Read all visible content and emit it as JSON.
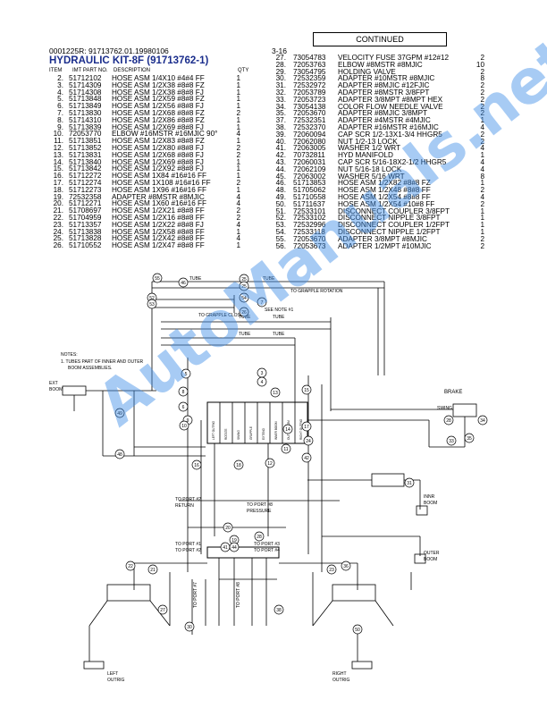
{
  "banner": "CONTINUED",
  "doc_id": "0001225R: 91713762.01.19980106",
  "page": "3-16",
  "title": "HYDRAULIC KIT-8F (91713762-1)",
  "headers": {
    "item": "ITEM",
    "part": "IMT PART NO.",
    "desc": "DESCRIPTION",
    "qty": "QTY"
  },
  "parts_left": [
    {
      "item": "2.",
      "part": "51712102",
      "desc": "HOSE ASM 1/4X10 #4#4 FF",
      "qty": "1"
    },
    {
      "item": "3.",
      "part": "51714309",
      "desc": "HOSE ASM 1/2X38 #8#8 FZ",
      "qty": "1"
    },
    {
      "item": "4.",
      "part": "51714308",
      "desc": "HOSE ASM 1/2X38 #8#8 FJ",
      "qty": "1"
    },
    {
      "item": "5.",
      "part": "51713848",
      "desc": "HOSE ASM 1/2X59 #8#8 FZ",
      "qty": "1"
    },
    {
      "item": "6.",
      "part": "51713849",
      "desc": "HOSE ASM 1/2X56 #8#8 FJ",
      "qty": "1"
    },
    {
      "item": "7.",
      "part": "51713830",
      "desc": "HOSE ASM 1/2X68 #8#8 FZ",
      "qty": "2"
    },
    {
      "item": "8.",
      "part": "51714310",
      "desc": "HOSE ASM 1/2X86 #8#8 FZ",
      "qty": "1"
    },
    {
      "item": "9.",
      "part": "51713839",
      "desc": "HOSE ASM 1/2X69 #8#8 FJ",
      "qty": "1"
    },
    {
      "item": "10.",
      "part": "72053770",
      "desc": "ELBOW #16MSTR #16MJIC 90°",
      "qty": "4"
    },
    {
      "item": "11.",
      "part": "51713851",
      "desc": "HOSE ASM 1/2X83 #8#8 FZ",
      "qty": "1"
    },
    {
      "item": "12.",
      "part": "51713852",
      "desc": "HOSE ASM 1/2X80 #8#8 FJ",
      "qty": "2"
    },
    {
      "item": "13.",
      "part": "51713831",
      "desc": "HOSE ASM 1/2X68 #8#8 FJ",
      "qty": "2"
    },
    {
      "item": "14.",
      "part": "51713840",
      "desc": "HOSE ASM 1/2X69 #8#8 FJ",
      "qty": "1"
    },
    {
      "item": "15.",
      "part": "51713842",
      "desc": "HOSE ASM 1/2X92 #8#8 FJ",
      "qty": "1"
    },
    {
      "item": "16.",
      "part": "51712272",
      "desc": "HOSE ASM 1X84 #16#16 FF",
      "qty": "1"
    },
    {
      "item": "17.",
      "part": "51712274",
      "desc": "HOSE ASM 1X108 #16#16 FF",
      "qty": "2"
    },
    {
      "item": "18.",
      "part": "51712273",
      "desc": "HOSE ASM 1X96 #16#16 FF",
      "qty": "1"
    },
    {
      "item": "19.",
      "part": "72532358",
      "desc": "ADAPTER #8MSTR #8MJIC",
      "qty": "4"
    },
    {
      "item": "20.",
      "part": "51712271",
      "desc": "HOSE ASM 1X60 #16#16 FF",
      "qty": "4"
    },
    {
      "item": "21.",
      "part": "51708697",
      "desc": "HOSE ASM 1/2X21 #8#8 FF",
      "qty": "2"
    },
    {
      "item": "22.",
      "part": "51704959",
      "desc": "HOSE ASM 1/2X16 #8#8 FF",
      "qty": "2"
    },
    {
      "item": "23.",
      "part": "51713357",
      "desc": "HOSE ASM 1/2X22 #8#8 FJ",
      "qty": "4"
    },
    {
      "item": "24.",
      "part": "51713838",
      "desc": "HOSE ASM 1/2X58 #8#8 FF",
      "qty": "1"
    },
    {
      "item": "25.",
      "part": "51713828",
      "desc": "HOSE ASM 1/2X42 #8#8 FF",
      "qty": "4"
    },
    {
      "item": "26.",
      "part": "51710552",
      "desc": "HOSE ASM 1/2X47 #8#8 FF",
      "qty": "1"
    }
  ],
  "parts_right": [
    {
      "item": "27.",
      "part": "73054783",
      "desc": "VELOCITY FUSE 37GPM #12#12",
      "qty": "2"
    },
    {
      "item": "28.",
      "part": "72053763",
      "desc": "ELBOW #8MSTR #8MJIC",
      "qty": "10"
    },
    {
      "item": "29.",
      "part": "73054795",
      "desc": "HOLDING VALVE",
      "qty": "2"
    },
    {
      "item": "30.",
      "part": "72532359",
      "desc": "ADAPTER #10MSTR #8MJIC",
      "qty": "8"
    },
    {
      "item": "31.",
      "part": "72532972",
      "desc": "ADAPTER #8MJIC #12FJIC",
      "qty": "2"
    },
    {
      "item": "32.",
      "part": "72053789",
      "desc": "ADAPTER #8MSTR 3/8FPT",
      "qty": "2"
    },
    {
      "item": "33.",
      "part": "72053723",
      "desc": "ADAPTER 3/8MPT #8MPT HEX",
      "qty": "2"
    },
    {
      "item": "34.",
      "part": "73054138",
      "desc": "COLOR FLOW NEEDLE VALVE",
      "qty": "2"
    },
    {
      "item": "35.",
      "part": "72053670",
      "desc": "ADAPTER #8MJIC 3/8MPT",
      "qty": "2"
    },
    {
      "item": "37.",
      "part": "72532351",
      "desc": "ADAPTER #4MSTR #4MJIC",
      "qty": "1"
    },
    {
      "item": "38.",
      "part": "72532370",
      "desc": "ADAPTER #16MSTR #16MJIC",
      "qty": "4"
    },
    {
      "item": "39.",
      "part": "72060094",
      "desc": "CAP SCR 1/2-13X1-3/4 HHGR5",
      "qty": "2"
    },
    {
      "item": "40.",
      "part": "72062080",
      "desc": "NUT 1/2-13 LOCK",
      "qty": "2"
    },
    {
      "item": "41.",
      "part": "72063005",
      "desc": "WASHER 1/2 WRT",
      "qty": "4"
    },
    {
      "item": "42.",
      "part": "70732811",
      "desc": "HYD MANIFOLD",
      "qty": "1"
    },
    {
      "item": "43.",
      "part": "72060031",
      "desc": "CAP SCR 5/16-18X2-1/2 HHGR5",
      "qty": "4"
    },
    {
      "item": "44.",
      "part": "72062109",
      "desc": "NUT 5/16-18 LOCK",
      "qty": "4"
    },
    {
      "item": "45.",
      "part": "72063002",
      "desc": "WASHER 5/16 WRT",
      "qty": "8"
    },
    {
      "item": "46.",
      "part": "51713853",
      "desc": "HOSE ASM 1/2X82 #8#8 FZ",
      "qty": "1"
    },
    {
      "item": "48.",
      "part": "51705062",
      "desc": "HOSE ASM 1/2X48 #8#8 FF",
      "qty": "2"
    },
    {
      "item": "49.",
      "part": "51710558",
      "desc": "HOSE ASM 1/2X54 #8#8 FF",
      "qty": "4"
    },
    {
      "item": "50.",
      "part": "51711637",
      "desc": "HOSE ASM 1/2X54 #10#8 FF",
      "qty": "2"
    },
    {
      "item": "51.",
      "part": "72533101",
      "desc": "DISCONNECT COUPLER 3/8FPT",
      "qty": "1"
    },
    {
      "item": "52.",
      "part": "72533102",
      "desc": "DISCONNECT NIPPLE 3/8FPT",
      "qty": "1"
    },
    {
      "item": "53.",
      "part": "72532996",
      "desc": "DISCONNECT COUPLER 1/2FPT",
      "qty": "1"
    },
    {
      "item": "54.",
      "part": "72533118",
      "desc": "DISCONNECT NIPPLE 1/2FPT",
      "qty": "1"
    },
    {
      "item": "55.",
      "part": "72053670",
      "desc": "ADAPTER 3/8MPT #8MJIC",
      "qty": "2"
    },
    {
      "item": "56.",
      "part": "72053673",
      "desc": "ADAPTER 1/2MPT #10MJIC",
      "qty": "2"
    }
  ],
  "diagram": {
    "tube": "TUBE",
    "to_grapple_rotation": "TO GRAPPLE ROTATION",
    "to_grapple_close": "TO GRAPPLE CLOSE",
    "see_note": "SEE NOTE #1",
    "notes_title": "NOTES:",
    "note1_line1": "1. TUBES PART OF INNER AND OUTER",
    "note1_line2": "BOOM ASSEMBLIES.",
    "ext_boom": "EXT",
    "ext_boom2": "BOOM",
    "brake": "BRAKE",
    "swing": "SWING",
    "inner_boom": "INNR",
    "inner_boom2": "BOOM",
    "outer_boom": "OUTER",
    "outer_boom2": "BOOM",
    "left_outrig": "LEFT",
    "left_outrig2": "OUTRIG",
    "right_outrig": "RIGHT",
    "right_outrig2": "OUTRIG",
    "to_port_return": "TO PORT #2",
    "return_lbl": "RETURN",
    "to_port_pressure": "TO PORT #8",
    "pressure_lbl": "PRESSURE",
    "to_port_1": "TO PORT #1",
    "to_port_2": "TO PORT #2",
    "to_port_3": "TO PORT #3",
    "to_port_4": "TO PORT #4",
    "to_port_7": "TO PORT #7",
    "to_port_8": "TO PORT #8",
    "valve_labels": [
      "LEFT OUTRIG",
      "ROTATE",
      "SWING",
      "GRAPPLE",
      "EXTEND",
      "INNER BOOM",
      "OUTER BOOM",
      "RIGHT OUTRIG"
    ],
    "callouts": [
      "55",
      "46",
      "25",
      "25",
      "52",
      "53",
      "54",
      "7",
      "26",
      "5",
      "8",
      "6",
      "9",
      "49",
      "48",
      "3",
      "4",
      "13",
      "15",
      "24",
      "14",
      "17",
      "11",
      "12",
      "42",
      "10",
      "16",
      "18",
      "20",
      "28",
      "28",
      "35",
      "34",
      "31",
      "33",
      "27",
      "38",
      "19",
      "30",
      "50",
      "21",
      "22",
      "23",
      "36",
      "41",
      "44"
    ]
  },
  "watermark": "AutoManuals.net"
}
